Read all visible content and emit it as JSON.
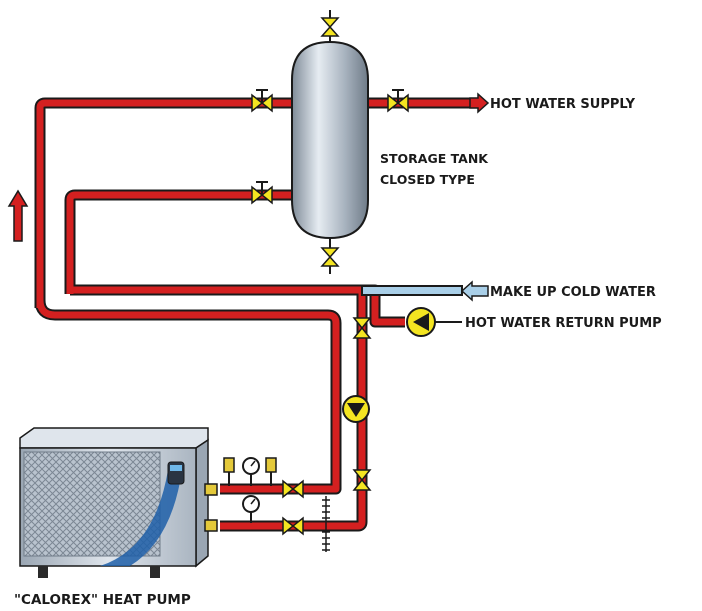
{
  "labels": {
    "hot_water_supply": "HOT WATER SUPPLY",
    "storage_tank_line1": "STORAGE TANK",
    "storage_tank_line2": "CLOSED TYPE",
    "make_up_cold_water": "MAKE UP COLD WATER",
    "hot_water_return_pump": "HOT WATER RETURN PUMP",
    "heat_pump": "\"CALOREX\" HEAT PUMP"
  },
  "colors": {
    "hot_pipe": "#d42020",
    "cold_pipe": "#a9cfe8",
    "valve": "#f4e521",
    "tank": "#b4bfcb",
    "heat_pump_body": "#cfd7e0",
    "heat_pump_accent": "#1e5fa8",
    "fitting": "#e4c93a"
  }
}
